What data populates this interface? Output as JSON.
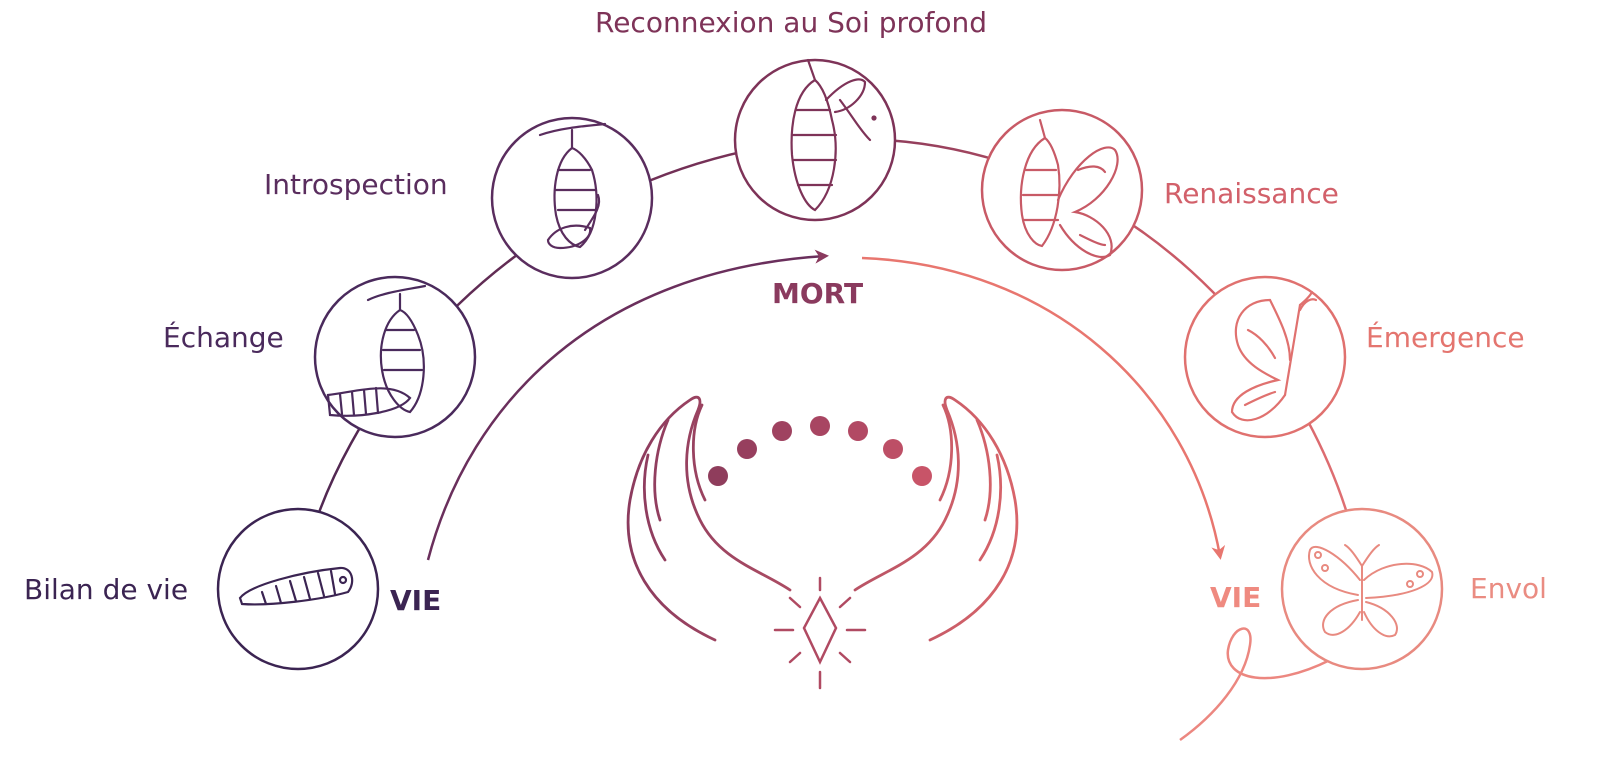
{
  "title": "Reconnexion au Soi profond",
  "stages": [
    {
      "label": "Bilan de vie",
      "icon": "caterpillar-icon",
      "color": "#3b2452"
    },
    {
      "label": "Échange",
      "icon": "caterpillar-chrysalis-icon",
      "color": "#4a2a5c"
    },
    {
      "label": "Introspection",
      "icon": "chrysalis-icon",
      "color": "#5a2d5e"
    },
    {
      "label": "Reconnexion au Soi profond",
      "icon": "chrysalis-leaf-icon",
      "color": "#7e3358"
    },
    {
      "label": "Renaissance",
      "icon": "emerging-butterfly-icon",
      "color": "#c85a66"
    },
    {
      "label": "Émergence",
      "icon": "butterfly-side-icon",
      "color": "#e0716f"
    },
    {
      "label": "Envol",
      "icon": "butterfly-open-icon",
      "color": "#e88a80"
    }
  ],
  "arc_labels": {
    "start": "VIE",
    "middle": "MORT",
    "end": "VIE"
  },
  "colors": {
    "dark": "#3b2452",
    "plum": "#7e3358",
    "rose": "#c85a66",
    "coral": "#ef8a80"
  },
  "center_icon": "cupped-hands-icon"
}
